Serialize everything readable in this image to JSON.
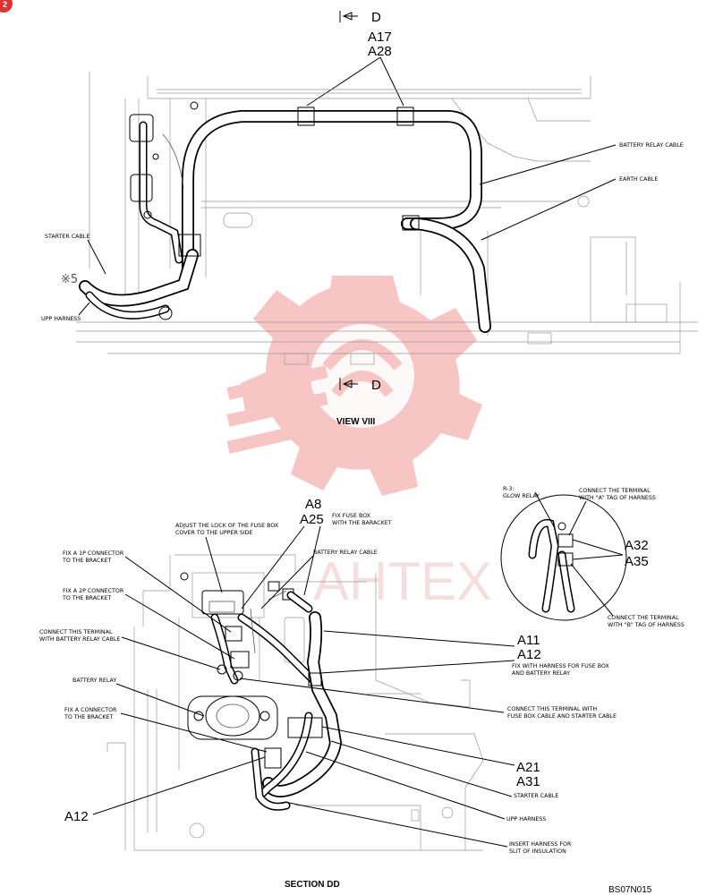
{
  "corner_badge": "2",
  "view_viii": {
    "section_mark_top": "D",
    "section_mark_bottom": "D",
    "part_refs_top": [
      "A17",
      "A28"
    ],
    "symbol_5": "※5",
    "labels": {
      "battery_relay_cable": "BATTERY RELAY CABLE",
      "earth_cable": "EARTH CABLE",
      "starter_cable": "STARTER CABLE",
      "upp_harness": "UPP HARNESS"
    },
    "title": "VIEW VIII"
  },
  "watermark": {
    "text": "AHTEX",
    "color": "#f3a6a6"
  },
  "section_dd": {
    "part_refs": {
      "a8": "A8",
      "a25": "A25",
      "a11": "A11",
      "a12_mid": "A12",
      "a21": "A21",
      "a31": "A31",
      "a12_left": "A12",
      "a32": "A32",
      "a35": "A35"
    },
    "notes": {
      "adjust_lock_1": "ADJUST THE LOCK OF THE FUSE BOX",
      "adjust_lock_2": "COVER TO THE UPPER SIDE",
      "fix_fuse_box_1": "FIX FUSE BOX",
      "fix_fuse_box_2": "WITH THE BARACKET",
      "battery_relay_cable": "BATTERY RELAY CABLE",
      "fix_1p_1": "FIX A 1P CONNECTOR",
      "fix_1p_2": "TO THE BRACKET",
      "fix_2p_1": "FIX A 2P CONNECTOR",
      "fix_2p_2": "TO THE BRACKET",
      "connect_brc_1": "CONNECT THIS TERMINAL",
      "connect_brc_2": "WITH BATTERY RELAY CABLE",
      "battery_relay": "BATTERY RELAY",
      "fix_connector_1": "FIX A CONNECTOR",
      "fix_connector_2": "TO THE BRACKET",
      "fix_harness_1": "FIX WITH HARNESS FOR FUSE BOX",
      "fix_harness_2": "AND BATTERY RELAY",
      "connect_fuse_1": "CONNECT THIS TERMINAL WITH",
      "connect_fuse_2": "FUSE BOX CABLE AND STARTER CABLE",
      "starter_cable": "STARTER CABLE",
      "upp_harness": "UPP HARNESS",
      "insert_1": "INSERT HARNESS FOR",
      "insert_2": "SLIT OF INSULATION",
      "r3_1": "R-3:",
      "r3_2": "GLOW RELAY",
      "tag_a_1": "CONNECT  THE TERMINAL",
      "tag_a_2": "WITH \"A\" TAG OF HARNESS",
      "tag_b_1": "CONNECT  THE TERMINAL",
      "tag_b_2": "WITH \"B\" TAG OF HARNESS"
    },
    "title": "SECTION DD",
    "drawing_id": "BS07N015"
  }
}
